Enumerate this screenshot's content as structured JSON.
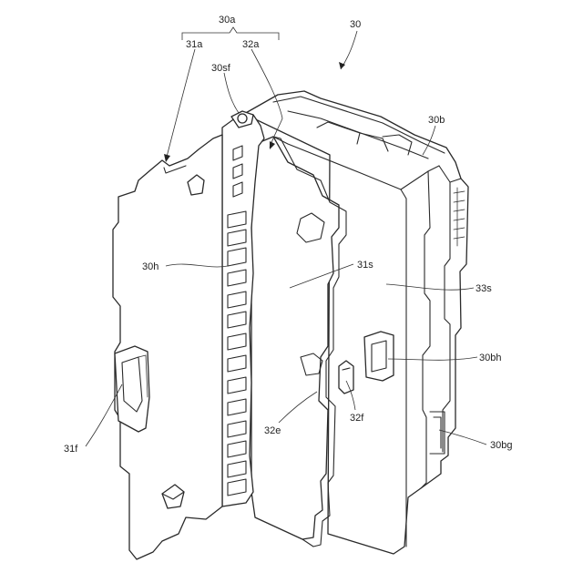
{
  "labels": {
    "l30": "30",
    "l30a": "30a",
    "l31a": "31a",
    "l32a": "32a",
    "l30sf": "30sf",
    "l30b": "30b",
    "l30h": "30h",
    "l31s": "31s",
    "l33s": "33s",
    "l30bh": "30bh",
    "l31f": "31f",
    "l32e": "32e",
    "l32f": "32f",
    "l30bg": "30bg"
  }
}
